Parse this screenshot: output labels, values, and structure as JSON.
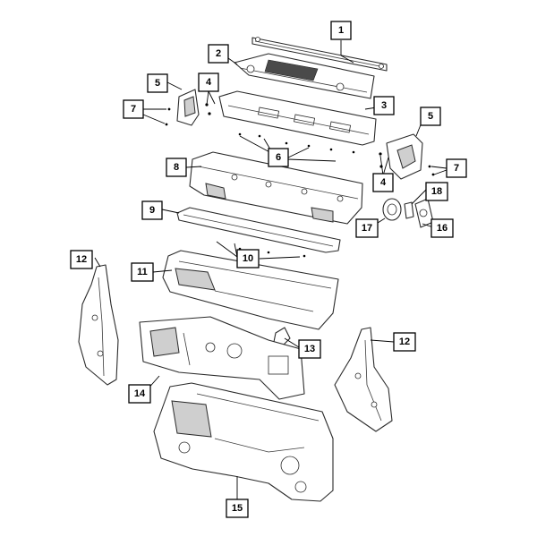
{
  "callouts": {
    "c1": "1",
    "c2": "2",
    "c3": "3",
    "c4a": "4",
    "c4b": "4",
    "c5a": "5",
    "c5b": "5",
    "c6": "6",
    "c7a": "7",
    "c7b": "7",
    "c8": "8",
    "c9": "9",
    "c10": "10",
    "c11": "11",
    "c12a": "12",
    "c12b": "12",
    "c13": "13",
    "c14": "14",
    "c15": "15",
    "c16": "16",
    "c17": "17",
    "c18": "18"
  }
}
